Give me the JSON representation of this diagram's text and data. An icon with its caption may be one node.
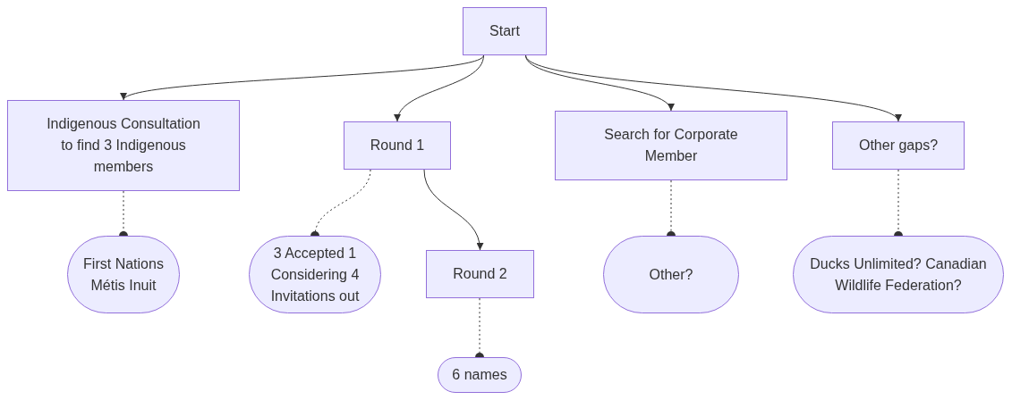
{
  "diagram": {
    "nodes": [
      {
        "text": [
          "Start"
        ]
      },
      {
        "text": [
          "Indigenous Consultation to find 3 Indigenous members"
        ]
      },
      {
        "text": [
          "Round 1"
        ]
      },
      {
        "text": [
          "Search for Corporate Member"
        ]
      },
      {
        "text": [
          "Other gaps?"
        ]
      },
      {
        "text": [
          "First Nations Métis Inuit"
        ]
      },
      {
        "text": [
          "3 Accepted 1 Considering 4 Invitations out"
        ]
      },
      {
        "text": [
          "Round 2"
        ]
      },
      {
        "text": [
          "Other?"
        ]
      },
      {
        "text": [
          "Ducks Unlimited? Canadian Wildlife Federation?"
        ]
      },
      {
        "text": [
          "6 names"
        ]
      }
    ],
    "edges": [
      {
        "from": 0,
        "to": 1,
        "arrow": "to"
      },
      {
        "from": 0,
        "to": 2,
        "arrow": "to"
      },
      {
        "from": 0,
        "to": 3,
        "arrow": "to"
      },
      {
        "from": 0,
        "to": 4,
        "arrow": "to"
      },
      {
        "from": 1,
        "to": 5,
        "arrow": "other",
        "style": "dashed"
      },
      {
        "from": 2,
        "to": 6,
        "arrow": "other",
        "style": "dashed"
      },
      {
        "from": 2,
        "to": 7,
        "arrow": "to"
      },
      {
        "from": 3,
        "to": 8,
        "arrow": "other",
        "style": "dashed"
      },
      {
        "from": 4,
        "to": 9,
        "arrow": "other",
        "style": "dashed"
      },
      {
        "from": 7,
        "to": 10,
        "arrow": "other",
        "style": "dashed"
      }
    ]
  }
}
